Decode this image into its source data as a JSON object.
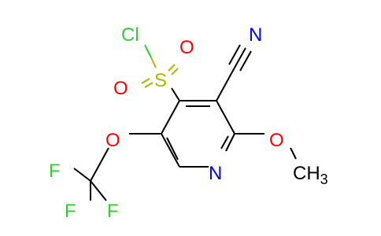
{
  "molecule": {
    "atoms": [
      {
        "id": "Cl",
        "label": "Cl",
        "color": "#33cc33"
      },
      {
        "id": "S",
        "label": "S",
        "color": "#b2b200"
      },
      {
        "id": "O1",
        "label": "O",
        "color": "#ff0000"
      },
      {
        "id": "O2",
        "label": "O",
        "color": "#ff0000"
      },
      {
        "id": "N_cyano",
        "label": "N",
        "color": "#0000ff"
      },
      {
        "id": "O_ether",
        "label": "O",
        "color": "#ff0000"
      },
      {
        "id": "O_methoxy",
        "label": "O",
        "color": "#ff0000"
      },
      {
        "id": "N_ring",
        "label": "N",
        "color": "#0000ff"
      },
      {
        "id": "CH3",
        "label": "CH3",
        "color": "#000000"
      },
      {
        "id": "F1",
        "label": "F",
        "color": "#33cc33"
      },
      {
        "id": "F2",
        "label": "F",
        "color": "#33cc33"
      },
      {
        "id": "F3",
        "label": "F",
        "color": "#33cc33"
      }
    ]
  }
}
